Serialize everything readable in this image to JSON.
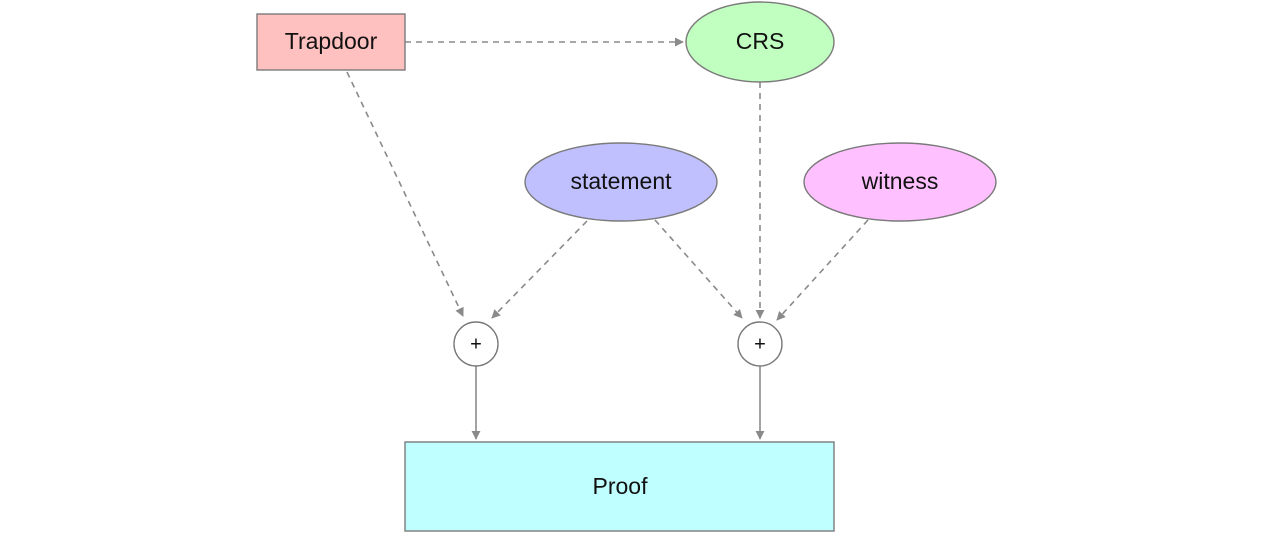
{
  "nodes": {
    "trapdoor": {
      "label": "Trapdoor",
      "color": "#ffc0c0"
    },
    "crs": {
      "label": "CRS",
      "color": "#c0ffc0"
    },
    "statement": {
      "label": "statement",
      "color": "#c0c0ff"
    },
    "witness": {
      "label": "witness",
      "color": "#ffc0ff"
    },
    "combine_left": {
      "label": "+",
      "color": "#ffffff"
    },
    "combine_right": {
      "label": "+",
      "color": "#ffffff"
    },
    "proof": {
      "label": "Proof",
      "color": "#c0ffff"
    }
  },
  "edges": [
    {
      "from": "trapdoor",
      "to": "crs",
      "style": "dashed"
    },
    {
      "from": "trapdoor",
      "to": "combine_left",
      "style": "dashed"
    },
    {
      "from": "statement",
      "to": "combine_left",
      "style": "dashed"
    },
    {
      "from": "statement",
      "to": "combine_right",
      "style": "dashed"
    },
    {
      "from": "crs",
      "to": "combine_right",
      "style": "dashed"
    },
    {
      "from": "witness",
      "to": "combine_right",
      "style": "dashed"
    },
    {
      "from": "combine_left",
      "to": "proof",
      "style": "solid"
    },
    {
      "from": "combine_right",
      "to": "proof",
      "style": "solid"
    }
  ]
}
